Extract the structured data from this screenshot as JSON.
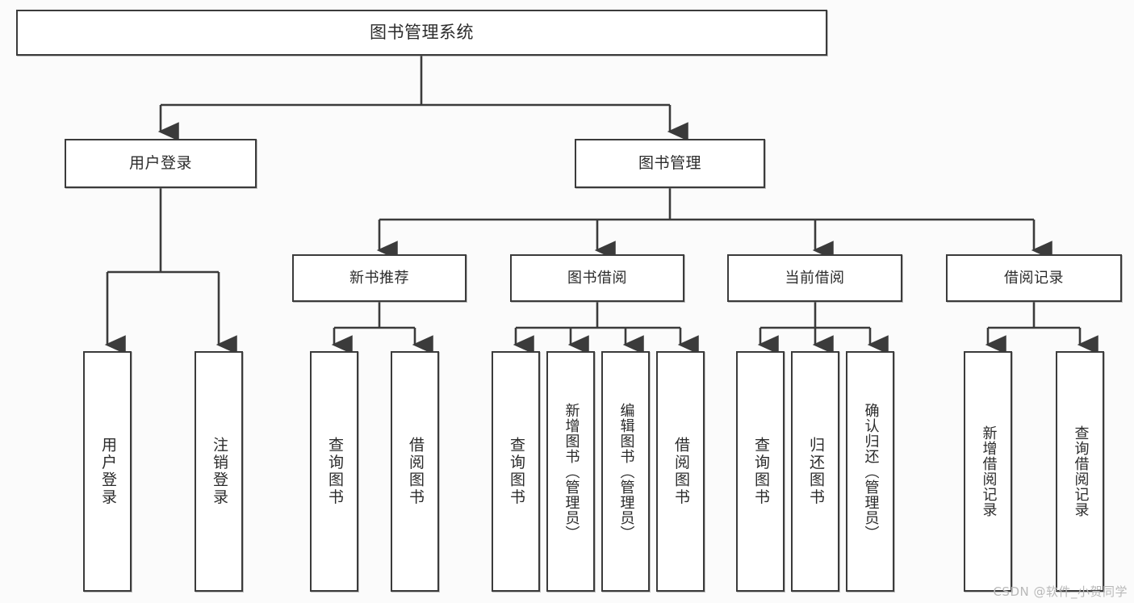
{
  "diagram": {
    "title": "图书管理系统",
    "type": "tree-hierarchy",
    "root": {
      "label": "图书管理系统"
    },
    "level2": [
      {
        "label": "用户登录"
      },
      {
        "label": "图书管理"
      }
    ],
    "level3": [
      {
        "label": "新书推荐"
      },
      {
        "label": "图书借阅"
      },
      {
        "label": "当前借阅"
      },
      {
        "label": "借阅记录"
      }
    ],
    "leaves": {
      "user_login": [
        {
          "label": "用户登录"
        },
        {
          "label": "注销登录"
        }
      ],
      "new_book_recommend": [
        {
          "label": "查询图书"
        },
        {
          "label": "借阅图书"
        }
      ],
      "book_borrow": [
        {
          "label": "查询图书"
        },
        {
          "label": "新增图书（管理员）"
        },
        {
          "label": "编辑图书（管理员）"
        },
        {
          "label": "借阅图书"
        }
      ],
      "current_borrow": [
        {
          "label": "查询图书"
        },
        {
          "label": "归还图书"
        },
        {
          "label": "确认归还（管理员）"
        }
      ],
      "borrow_record": [
        {
          "label": "新增借阅记录"
        },
        {
          "label": "查询借阅记录"
        }
      ]
    }
  },
  "watermark": {
    "text": "CSDN @软件_小贺同学"
  },
  "colors": {
    "stroke": "#3b3b3b",
    "box_fill": "#ffffff",
    "canvas": "#fbfbfb",
    "text": "#2b2b2b",
    "watermark": "#b9b9b9"
  }
}
